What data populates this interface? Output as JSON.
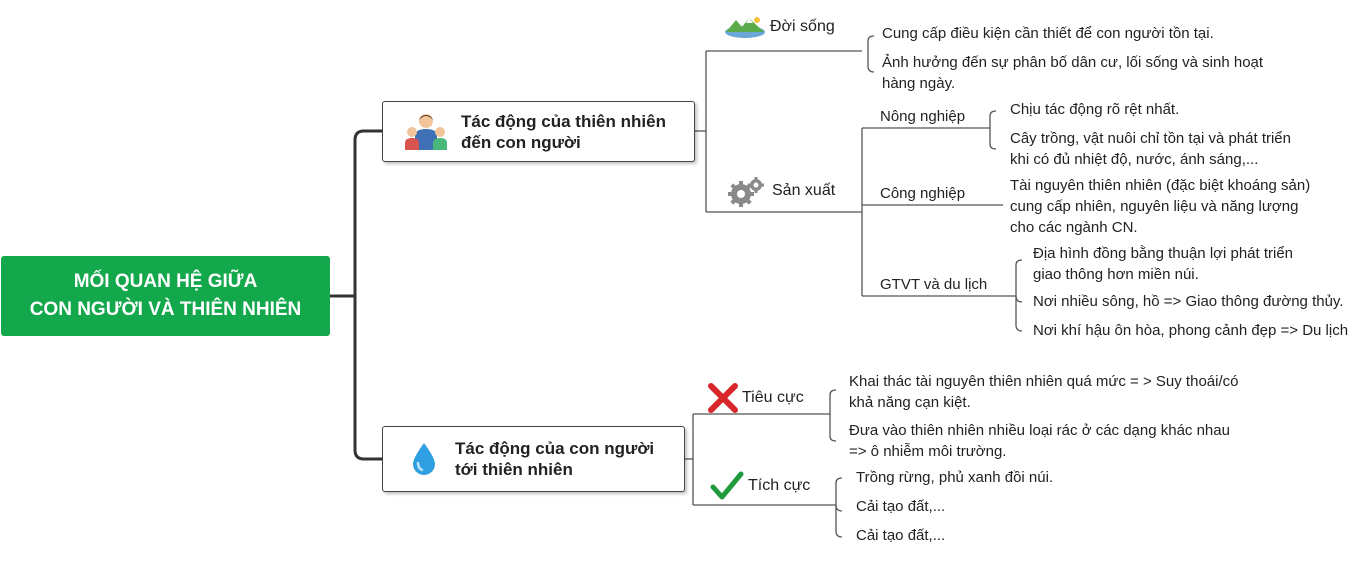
{
  "root": {
    "line1": "MỐI QUAN HỆ GIỮA",
    "line2": "CON NGƯỜI VÀ THIÊN NHIÊN"
  },
  "branch1": {
    "title_line1": "Tác động của thiên nhiên",
    "title_line2": "đến con người",
    "icon": "people-icon",
    "doi_song": {
      "label": "Đời sống",
      "icon": "landscape-icon",
      "items": [
        {
          "lines": [
            "Cung cấp điều kiện cần thiết để con người tồn tại."
          ]
        },
        {
          "lines": [
            "Ảnh hưởng đến sự phân bố dân cư, lối sống và sinh hoạt",
            "hàng ngày."
          ]
        }
      ]
    },
    "san_xuat": {
      "label": "Sản xuất",
      "icon": "gears-icon",
      "nong_nghiep": {
        "label": "Nông nghiệp",
        "items": [
          {
            "lines": [
              "Chịu tác động rõ rệt nhất."
            ]
          },
          {
            "lines": [
              "Cây trồng, vật nuôi chỉ tồn tại và phát triển",
              "khi có đủ nhiệt độ, nước, ánh sáng,..."
            ]
          }
        ]
      },
      "cong_nghiep": {
        "label": "Công nghiệp",
        "items": [
          {
            "lines": [
              "Tài nguyên thiên nhiên (đặc biệt khoáng sản)",
              "cung cấp nhiên, nguyên liệu và năng lượng",
              "cho các ngành CN."
            ]
          }
        ]
      },
      "gtvt": {
        "label": "GTVT và du lịch",
        "items": [
          {
            "lines": [
              "Địa hình đồng bằng thuận lợi phát triển",
              "giao thông hơn miền núi."
            ]
          },
          {
            "lines": [
              "Nơi nhiều sông, hồ => Giao thông đường thủy."
            ]
          },
          {
            "lines": [
              "Nơi khí hậu ôn hòa, phong cảnh đẹp => Du lịch"
            ]
          }
        ]
      }
    }
  },
  "branch2": {
    "title_line1": "Tác động của con người",
    "title_line2": "tới thiên nhiên",
    "icon": "water-drop-icon",
    "tieu_cuc": {
      "label": "Tiêu cực",
      "icon": "red-cross-icon",
      "items": [
        {
          "lines": [
            "Khai thác tài nguyên thiên nhiên quá mức = > Suy thoái/có",
            "khả năng cạn kiệt."
          ]
        },
        {
          "lines": [
            "Đưa vào thiên nhiên nhiều loại rác ở các dạng khác nhau",
            "=> ô nhiễm môi trường."
          ]
        }
      ]
    },
    "tich_cuc": {
      "label": "Tích cực",
      "icon": "green-check-icon",
      "items": [
        {
          "lines": [
            "Trồng rừng, phủ xanh đồi núi."
          ]
        },
        {
          "lines": [
            "Cải tạo đất,..."
          ]
        },
        {
          "lines": [
            "Cải tạo đất,..."
          ]
        }
      ]
    }
  },
  "colors": {
    "root_bg": "#14a84c",
    "line": "#333333",
    "connector": "#555555",
    "cross": "#d9262b",
    "check": "#1f9a3c",
    "drop": "#2e9fe0"
  }
}
